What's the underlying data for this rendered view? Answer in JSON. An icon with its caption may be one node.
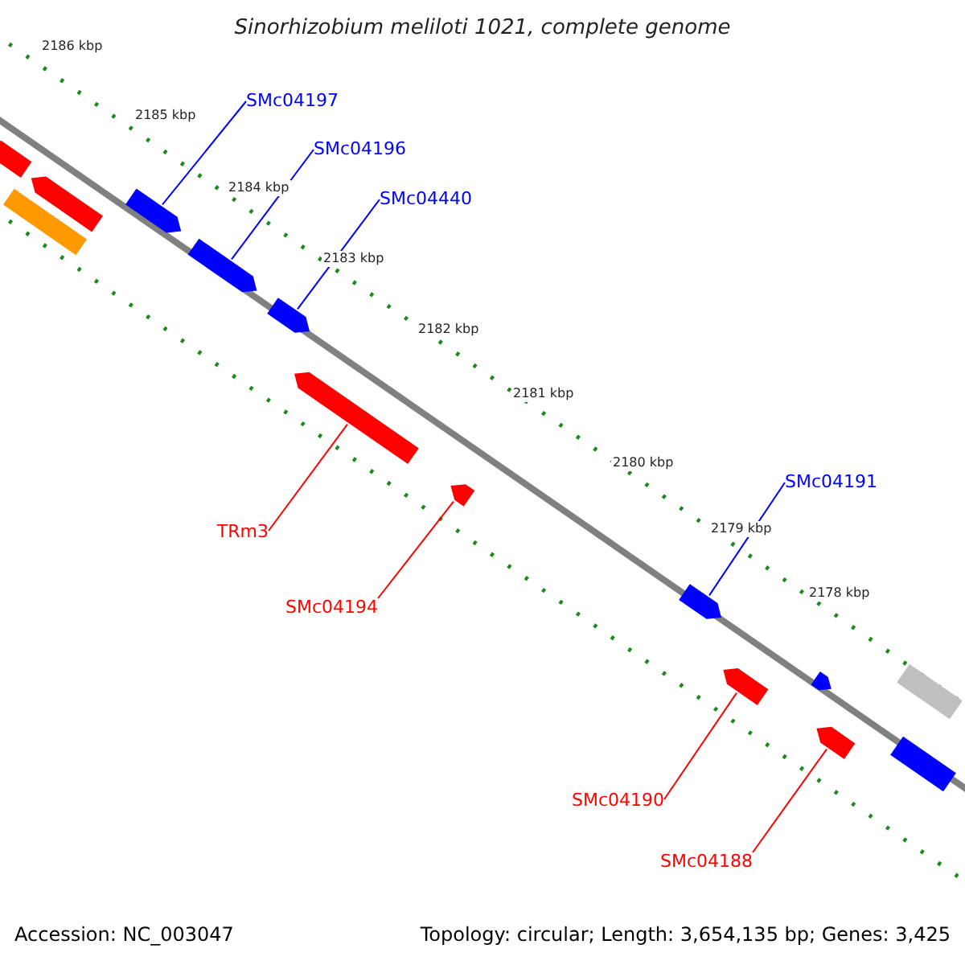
{
  "diagram": {
    "title": "Sinorhizobium meliloti 1021, complete genome",
    "nodes": [
      {
        "text": [
          "SMc04197"
        ]
      },
      {
        "text": [
          "SMc04196"
        ]
      },
      {
        "text": [
          "SMc04440"
        ]
      },
      {
        "text": [
          "SMc04191"
        ]
      },
      {
        "text": [
          "TRm3"
        ]
      },
      {
        "text": [
          "SMc04194"
        ]
      },
      {
        "text": [
          "SMc04190"
        ]
      },
      {
        "text": [
          "SMc04188"
        ]
      },
      {
        "text": [],
        "shape": "arrow"
      },
      {
        "text": [],
        "shape": "arrow"
      },
      {
        "text": [],
        "shape": "arrow"
      },
      {
        "text": [],
        "shape": "bar"
      },
      {
        "text": [],
        "shape": "arrow"
      },
      {
        "text": [],
        "shape": "arrow"
      },
      {
        "text": [],
        "shape": "arrow"
      },
      {
        "text": [],
        "shape": "arrow"
      },
      {
        "text": [],
        "shape": "arrow"
      },
      {
        "text": [],
        "shape": "arrow"
      },
      {
        "text": [],
        "shape": "arrow"
      },
      {
        "text": [],
        "shape": "bar"
      },
      {
        "text": [],
        "shape": "bar"
      },
      {
        "text": [],
        "shape": "arrow"
      }
    ],
    "edges": [
      {
        "from": 0,
        "to": 10,
        "arrow": "none"
      },
      {
        "from": 1,
        "to": 12,
        "arrow": "none"
      },
      {
        "from": 2,
        "to": 13,
        "arrow": "none"
      },
      {
        "from": 3,
        "to": 16,
        "arrow": "none"
      },
      {
        "from": 4,
        "to": 14,
        "arrow": "none",
        "color": "#ff0000"
      },
      {
        "from": 5,
        "to": 15,
        "arrow": "none",
        "color": "#ff0000"
      },
      {
        "from": 6,
        "to": 17,
        "arrow": "none",
        "color": "#ff0000"
      },
      {
        "from": 7,
        "to": 21,
        "arrow": "none",
        "color": "#ff0000"
      }
    ],
    "labels": [
      "2186 kbp",
      "2185 kbp",
      "2184 kbp",
      "2183 kbp",
      "2182 kbp",
      "2181 kbp",
      "2180 kbp",
      "2179 kbp",
      "2178 kbp",
      "Accession: NC_003047",
      "Topology: circular; Length: 3,654,135 bp; Genes: 3,425"
    ]
  }
}
